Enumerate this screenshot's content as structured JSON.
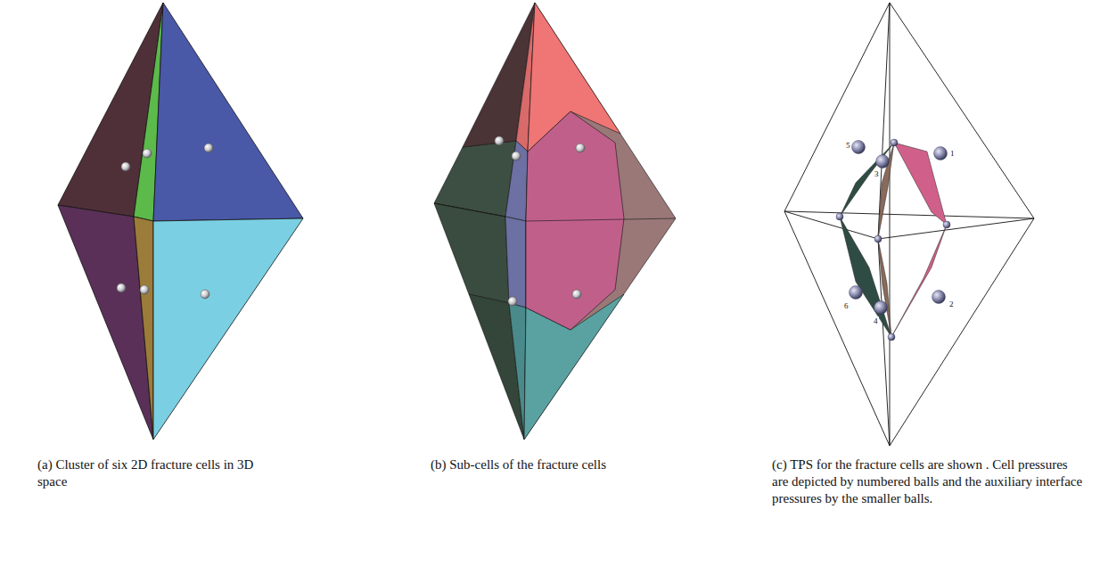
{
  "diagram": {
    "labels": [
      "(a) Cluster of six 2D fracture cells in 3D space",
      "(b) Sub-cells of the fracture cells",
      "(c) TPS for the fracture cells are shown . Cell pressures are depicted by numbered balls and the auxiliary interface pressures by the smaller balls.",
      "1",
      "2",
      "3",
      "4",
      "5",
      "6"
    ]
  }
}
